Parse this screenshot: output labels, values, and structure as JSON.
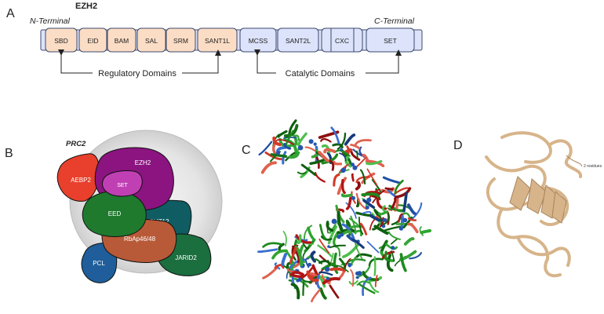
{
  "panel_a": {
    "label": "A",
    "protein": "EZH2",
    "n_terminal": "N-Terminal",
    "c_terminal": "C-Terminal",
    "regulatory_color": "#FBDDC5",
    "catalytic_color": "#DCE3FA",
    "domains": [
      {
        "name": "SBD",
        "group": "regulatory"
      },
      {
        "name": "EID",
        "group": "regulatory"
      },
      {
        "name": "BAM",
        "group": "regulatory"
      },
      {
        "name": "SAL",
        "group": "regulatory"
      },
      {
        "name": "SRM",
        "group": "regulatory"
      },
      {
        "name": "SANT1L",
        "group": "regulatory"
      },
      {
        "name": "MCSS",
        "group": "catalytic"
      },
      {
        "name": "SANT2L",
        "group": "catalytic"
      },
      {
        "name": "CXC",
        "group": "catalytic"
      },
      {
        "name": "SET",
        "group": "catalytic"
      }
    ],
    "regulatory_label": "Regulatory Domains",
    "catalytic_label": "Catalytic Domains"
  },
  "panel_b": {
    "label": "B",
    "complex": "PRC2",
    "subunits": [
      {
        "name": "AEBP2",
        "color": "#E8402C"
      },
      {
        "name": "EZH2",
        "color": "#8B1480"
      },
      {
        "name": "SET",
        "color": "#C040B4"
      },
      {
        "name": "EED",
        "color": "#1F7A2E"
      },
      {
        "name": "SUZ12",
        "color": "#0F5D63"
      },
      {
        "name": "RbAp46/48",
        "color": "#B85A38"
      },
      {
        "name": "PCL",
        "color": "#1F5E9A"
      },
      {
        "name": "JARID2",
        "color": "#1B6E3E"
      }
    ]
  },
  "panel_c": {
    "label": "C"
  },
  "panel_d": {
    "label": "D",
    "annotation": "2 residues"
  }
}
